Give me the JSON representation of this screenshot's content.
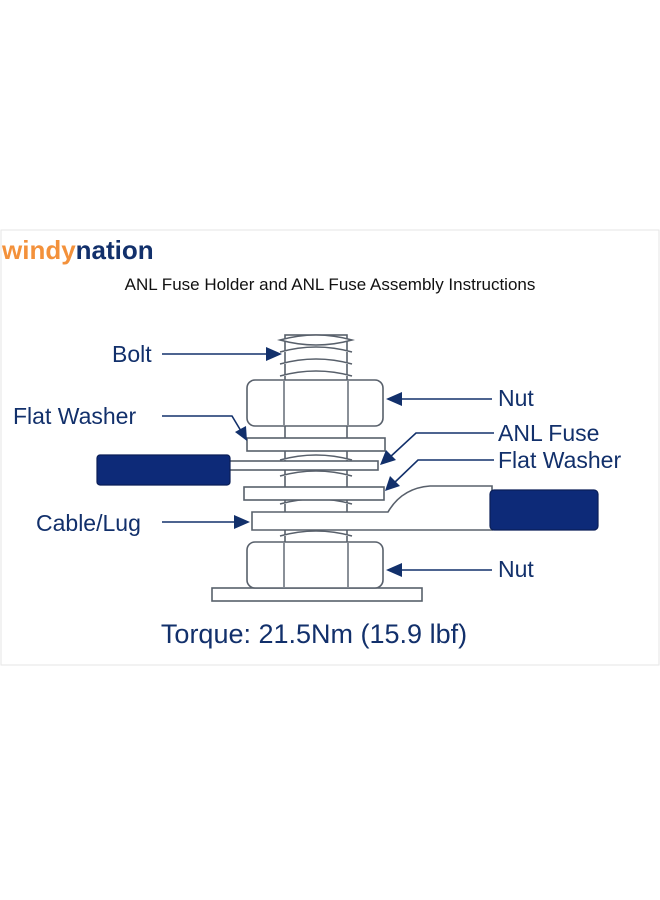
{
  "logo": {
    "part1": "windy",
    "part2": "nation"
  },
  "title": "ANL Fuse Holder and ANL Fuse Assembly Instructions",
  "labels": {
    "bolt": "Bolt",
    "nut_top": "Nut",
    "flat_washer_left": "Flat Washer",
    "anl_fuse": "ANL Fuse",
    "flat_washer_right": "Flat Washer",
    "cable_lug": "Cable/Lug",
    "nut_bottom": "Nut"
  },
  "torque": "Torque: 21.5Nm (15.9 lbf)",
  "colors": {
    "label_blue": "#12306b",
    "logo_orange": "#f3913b",
    "cable_blue": "#0d2a78",
    "outline_gray": "#58606b"
  }
}
